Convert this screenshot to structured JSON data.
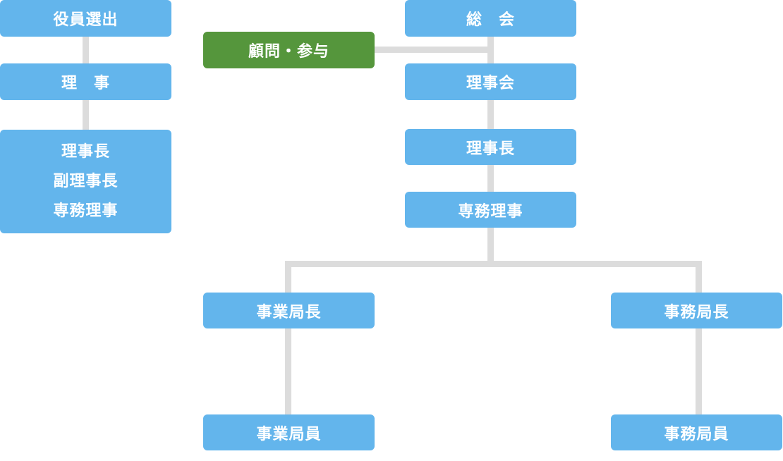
{
  "left_chart": {
    "election": "役員選出",
    "directors": "理　事",
    "officers": [
      "理事長",
      "副理事長",
      "専務理事"
    ]
  },
  "main_chart": {
    "general_assembly": "総　会",
    "advisors": "顧問・参与",
    "board": "理事会",
    "chairman": "理事長",
    "managing_director": "専務理事",
    "business_director": "事業局長",
    "business_staff": "事業局員",
    "secretariat_director": "事務局長",
    "secretariat_staff": "事務局員"
  },
  "colors": {
    "box": "#63b5ec",
    "advisor_box": "#55963c",
    "connector": "#dcdcdc",
    "text": "#ffffff"
  }
}
